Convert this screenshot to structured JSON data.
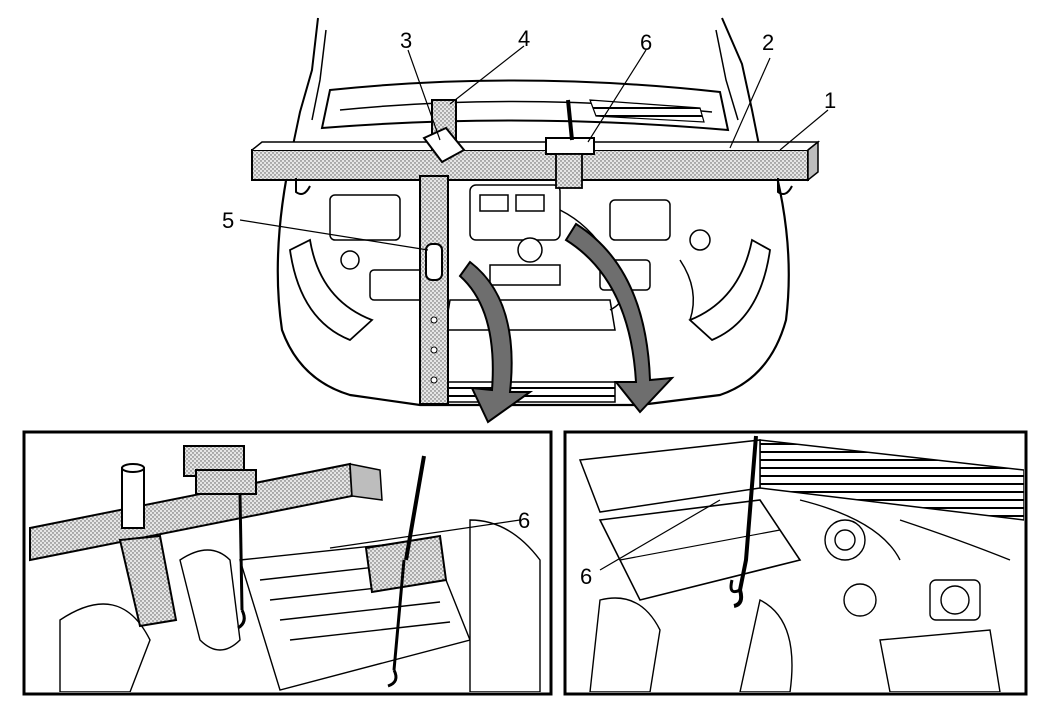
{
  "diagram": {
    "type": "technical-illustration",
    "top_view": {
      "callouts": [
        {
          "id": "callout-1",
          "label": "1"
        },
        {
          "id": "callout-2",
          "label": "2"
        },
        {
          "id": "callout-3",
          "label": "3"
        },
        {
          "id": "callout-4",
          "label": "4"
        },
        {
          "id": "callout-5",
          "label": "5"
        },
        {
          "id": "callout-6",
          "label": "6"
        }
      ]
    },
    "detail_left": {
      "callouts": [
        {
          "id": "detail-left-callout-6",
          "label": "6"
        }
      ]
    },
    "detail_right": {
      "callouts": [
        {
          "id": "detail-right-callout-6",
          "label": "6"
        }
      ]
    }
  },
  "colors": {
    "line": "#000000",
    "fill": "#ffffff",
    "shade": "#cfcfcf",
    "dark": "#7a7a7a"
  }
}
